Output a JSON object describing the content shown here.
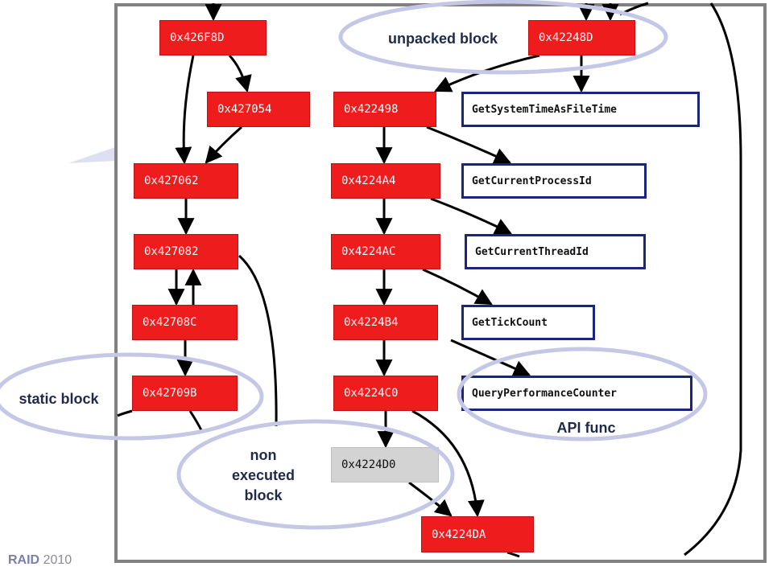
{
  "diagram": {
    "left_blocks": [
      {
        "id": "b_426F8D",
        "label": "0x426F8D",
        "kind": "block"
      },
      {
        "id": "b_427054",
        "label": "0x427054",
        "kind": "block"
      },
      {
        "id": "b_427062",
        "label": "0x427062",
        "kind": "block"
      },
      {
        "id": "b_427082",
        "label": "0x427082",
        "kind": "block"
      },
      {
        "id": "b_42708C",
        "label": "0x42708C",
        "kind": "block"
      },
      {
        "id": "b_42709B",
        "label": "0x42709B",
        "kind": "block"
      }
    ],
    "right_blocks": [
      {
        "id": "b_42248D",
        "label": "0x42248D",
        "kind": "block"
      },
      {
        "id": "b_422498",
        "label": "0x422498",
        "kind": "block"
      },
      {
        "id": "b_4224A4",
        "label": "0x4224A4",
        "kind": "block"
      },
      {
        "id": "b_4224AC",
        "label": "0x4224AC",
        "kind": "block"
      },
      {
        "id": "b_4224B4",
        "label": "0x4224B4",
        "kind": "block"
      },
      {
        "id": "b_4224C0",
        "label": "0x4224C0",
        "kind": "block"
      },
      {
        "id": "b_4224D0",
        "label": "0x4224D0",
        "kind": "nonexec"
      },
      {
        "id": "b_4224DA",
        "label": "0x4224DA",
        "kind": "block"
      }
    ],
    "api_funcs": [
      {
        "id": "api_time",
        "label": "GetSystemTimeAsFileTime"
      },
      {
        "id": "api_pid",
        "label": "GetCurrentProcessId"
      },
      {
        "id": "api_tid",
        "label": "GetCurrentThreadId"
      },
      {
        "id": "api_tick",
        "label": "GetTickCount"
      },
      {
        "id": "api_perf",
        "label": "QueryPerformanceCounter"
      }
    ],
    "edges": [
      [
        "b_426F8D",
        "b_427054"
      ],
      [
        "b_426F8D",
        "b_427062"
      ],
      [
        "b_427054",
        "b_427062"
      ],
      [
        "b_427062",
        "b_427082"
      ],
      [
        "b_427082",
        "b_42708C"
      ],
      [
        "b_42708C",
        "b_427082"
      ],
      [
        "b_42708C",
        "b_42709B"
      ],
      [
        "b_42248D",
        "b_422498"
      ],
      [
        "b_42248D",
        "api_time"
      ],
      [
        "b_422498",
        "b_4224A4"
      ],
      [
        "b_422498",
        "api_pid"
      ],
      [
        "b_4224A4",
        "b_4224AC"
      ],
      [
        "b_4224A4",
        "api_tid"
      ],
      [
        "b_4224AC",
        "b_4224B4"
      ],
      [
        "b_4224AC",
        "api_tick"
      ],
      [
        "b_4224B4",
        "b_4224C0"
      ],
      [
        "b_4224B4",
        "api_perf"
      ],
      [
        "b_4224C0",
        "b_4224D0"
      ],
      [
        "b_4224C0",
        "b_4224DA"
      ],
      [
        "b_4224D0",
        "b_4224DA"
      ]
    ]
  },
  "callouts": {
    "unpacked": "unpacked block",
    "static": "static block",
    "non_executed_lines": [
      "non",
      "executed",
      "block"
    ],
    "api": "API func"
  },
  "footer": {
    "brand": "RAID",
    "year": "2010"
  },
  "colors": {
    "block_fill": "#ee1c1c",
    "nonexec_fill": "#d3d3d3",
    "api_border": "#1a2580",
    "ellipse": "#c4c8e6",
    "frame": "#808080"
  }
}
